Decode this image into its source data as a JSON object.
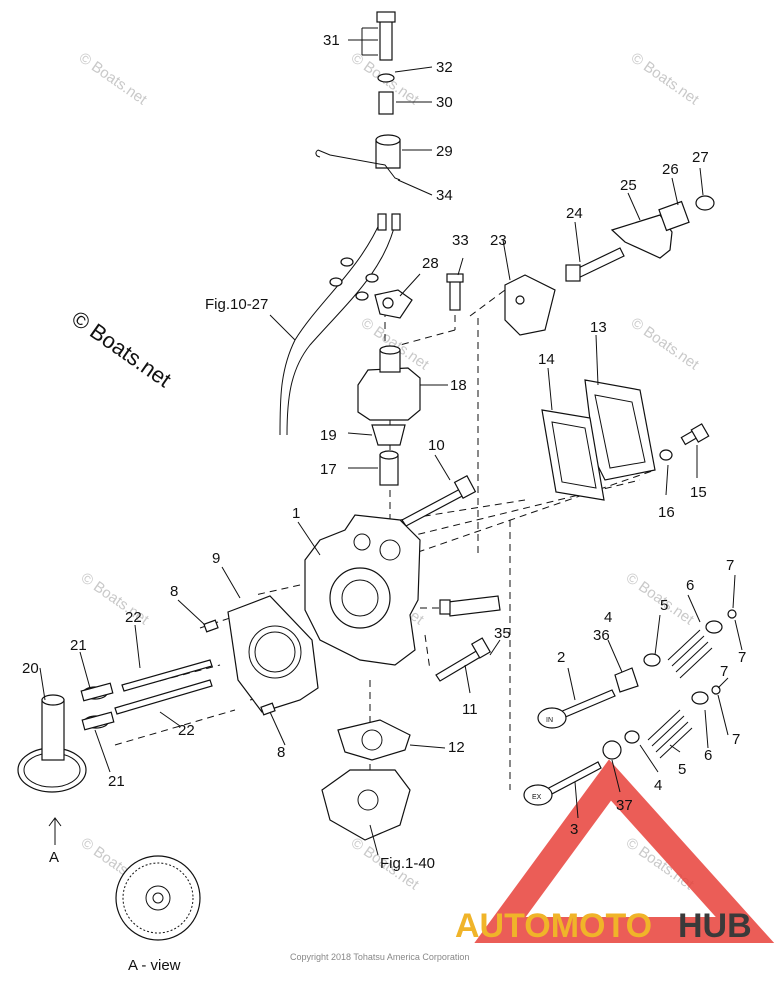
{
  "watermark_text": "© Boats.net",
  "copyright": "Copyright 2018 Tohatsu America Corporation",
  "brand": {
    "part1": "AUTOMOTO",
    "part2": "HUB",
    "color1": "#f0b429",
    "color2": "#3a3a3a",
    "triangle_color": "#e8413a"
  },
  "view_label": "A",
  "view_caption": "A - view",
  "callouts": {
    "c1": "1",
    "c2": "2",
    "c3": "3",
    "c4a": "4",
    "c4b": "4",
    "c5a": "5",
    "c5b": "5",
    "c6a": "6",
    "c6b": "6",
    "c7a": "7",
    "c7b": "7",
    "c7c": "7",
    "c7d": "7",
    "c8a": "8",
    "c8b": "8",
    "c9": "9",
    "c10": "10",
    "c11": "11",
    "c12": "12",
    "c13": "13",
    "c14": "14",
    "c15": "15",
    "c16": "16",
    "c17": "17",
    "c18": "18",
    "c19": "19",
    "c20": "20",
    "c21a": "21",
    "c21b": "21",
    "c22a": "22",
    "c22b": "22",
    "c23": "23",
    "c24": "24",
    "c25": "25",
    "c26": "26",
    "c27": "27",
    "c28": "28",
    "c29": "29",
    "c30": "30",
    "c31": "31",
    "c32": "32",
    "c33": "33",
    "c34": "34",
    "c35": "35",
    "c36": "36",
    "c37": "37",
    "fig1027": "Fig.10-27",
    "fig140": "Fig.1-40"
  },
  "valve_marks": {
    "in": "IN",
    "ex": "EX"
  }
}
